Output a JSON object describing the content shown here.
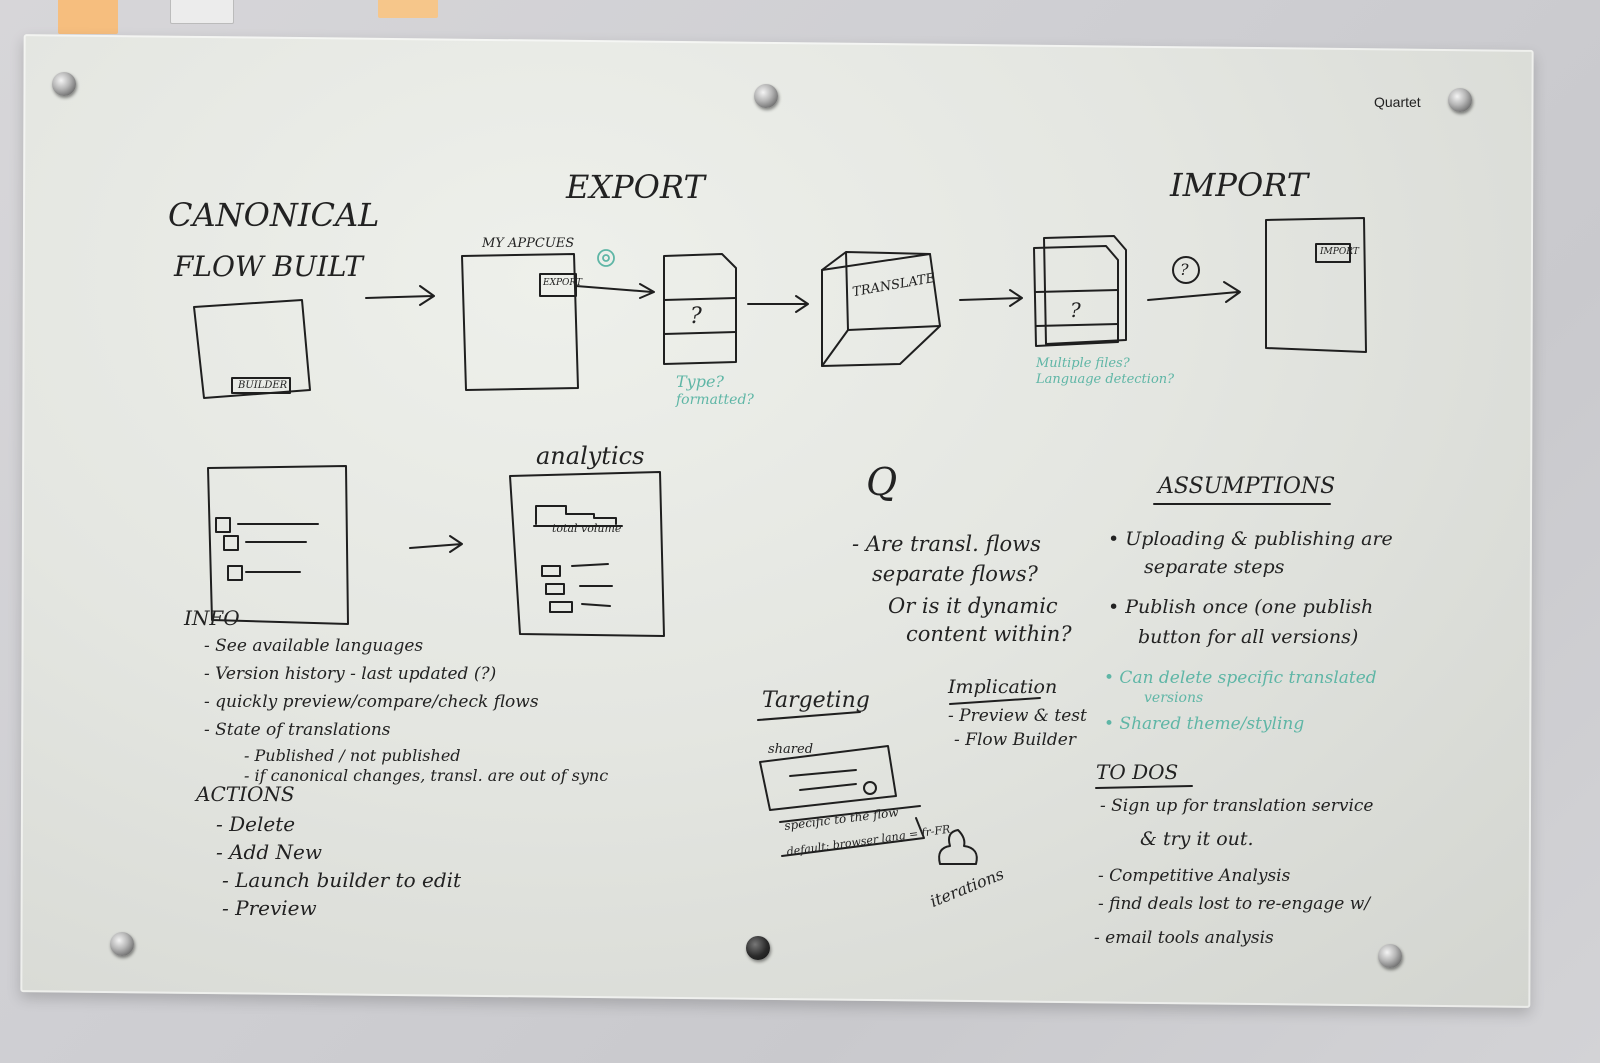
{
  "brand": "Quartet",
  "flow": {
    "canonical_title_1": "CANONICAL",
    "canonical_title_2": "FLOW BUILT",
    "builder_tag": "BUILDER",
    "export_title": "EXPORT",
    "my_appcues": "MY APPCUES",
    "export_tag": "EXPORT",
    "question_mark": "?",
    "teal_type": "Type?",
    "teal_formatted": "formatted?",
    "translate_tag": "TRANSLATE",
    "import_title": "IMPORT",
    "import_question": "?",
    "teal_multiple": "Multiple files?",
    "teal_language": "Language detection?",
    "import_tag": "IMPORT"
  },
  "analytics": {
    "title": "analytics",
    "total_volume": "total volume"
  },
  "info": {
    "title": "INFO",
    "items": [
      "- See available languages",
      "- Version history - last updated (?)",
      "- quickly preview/compare/check flows",
      "- State of translations",
      "- Published / not published",
      "- if canonical changes, transl. are out of sync"
    ]
  },
  "actions": {
    "title": "ACTIONS",
    "items": [
      "- Delete",
      "- Add New",
      "- Launch builder to edit",
      "- Preview"
    ]
  },
  "question": {
    "title": "Q",
    "lines": [
      "- Are transl. flows",
      "separate flows?",
      "Or is it dynamic",
      "content within?"
    ]
  },
  "assumptions": {
    "title": "ASSUMPTIONS",
    "lines": [
      "• Uploading & publishing are",
      "separate steps",
      "• Publish once (one publish",
      "button for all versions)"
    ],
    "teal_lines": [
      "• Can delete specific translated",
      "versions",
      "• Shared theme/styling"
    ]
  },
  "targeting": {
    "title": "Targeting",
    "shared": "shared",
    "specific": "specific to the flow",
    "default": "default: browser lang = fr-FR",
    "iterations": "iterations"
  },
  "implication": {
    "title": "Implication",
    "lines": [
      "- Preview & test",
      "- Flow Builder"
    ]
  },
  "todos": {
    "title": "TO DOS",
    "lines": [
      "- Sign up for translation service",
      "& try it out.",
      "- Competitive Analysis",
      "- find deals lost to re-engage w/",
      "- email tools analysis"
    ]
  }
}
